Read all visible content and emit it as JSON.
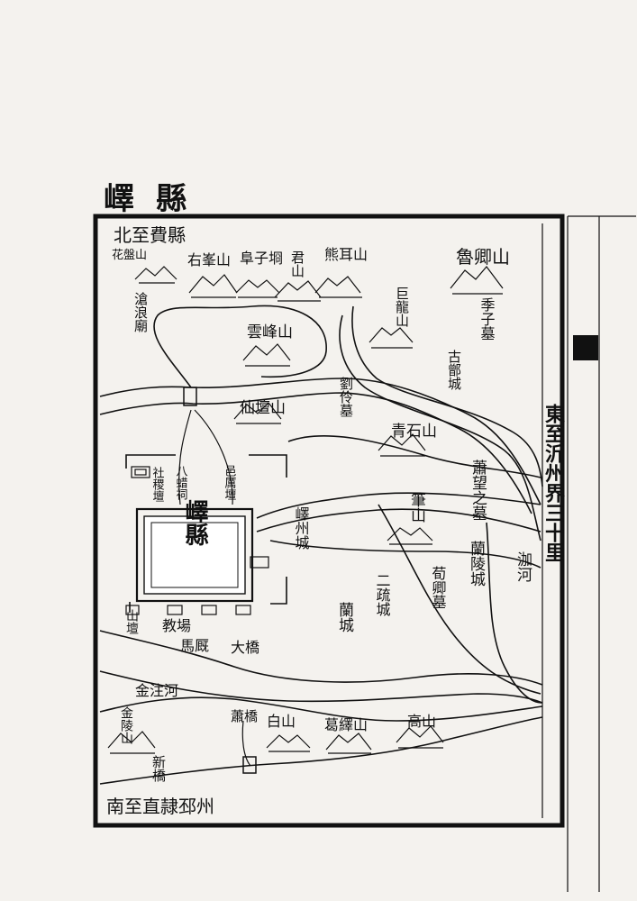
{
  "title": "嶧縣",
  "directions": {
    "north": "北至費縣",
    "south": "南至直隷邳州",
    "east": "東至沂州界三十里"
  },
  "county_seat": "嶧縣",
  "mountains": {
    "panhua": "花盤山",
    "youfeng": "右峯山",
    "fuzi": "阜子埛",
    "junshan": "君山",
    "xiongershan": "熊耳山",
    "luqing": "魯卿山",
    "julong": "巨龍山",
    "yunfeng": "雲峰山",
    "xiantan": "仙壇山",
    "qingshi": "青石山",
    "bishan": "筆山",
    "shantan": "山壇",
    "jinling": "金陵山",
    "baishan": "白山",
    "geyi": "葛繹山",
    "gaoshan": "高山"
  },
  "places": {
    "canglang": "滄浪廟",
    "jizi_mu": "季子墓",
    "gupeng": "古鄫城",
    "liuling": "劉伶墓",
    "xiaowangzhi": "蕭望之墓",
    "lanling_cheng": "蘭陵城",
    "xunqing": "荀卿墓",
    "eryi": "二疏城",
    "lancheng": "蘭城",
    "yizhou": "嶧州城",
    "sheji": "社稷壇",
    "bajia": "八蜡祠",
    "fangtan": "邑厲壇",
    "jiaochang": "教場",
    "mayi": "馬厩"
  },
  "water": {
    "jiahe": "泇河",
    "jinzhu": "金注河",
    "daqiao": "大橋",
    "xiaoqiao": "蕭橋",
    "xinqiao": "新橋"
  }
}
